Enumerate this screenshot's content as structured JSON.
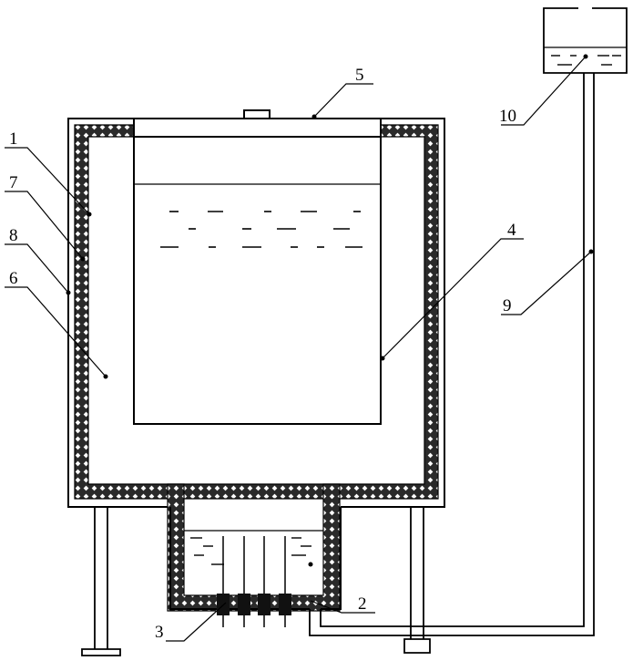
{
  "labels": {
    "l1": "1",
    "l2": "2",
    "l3": "3",
    "l4": "4",
    "l5": "5",
    "l6": "6",
    "l7": "7",
    "l8": "8",
    "l9": "9",
    "l10": "10"
  },
  "colors": {
    "line": "#000000",
    "insulation_fill": "#2a2a2a",
    "insulation_dot": "#ffffff",
    "background": "#ffffff"
  }
}
